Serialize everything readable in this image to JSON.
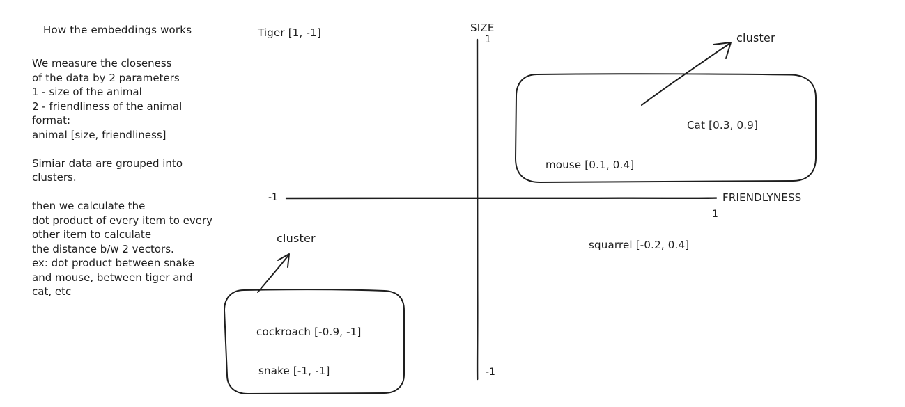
{
  "notes": {
    "title": "How the embeddings works",
    "lines": [
      "We measure the closeness",
      "of the data by 2 parameters",
      "1 - size of the animal",
      "2 - friendliness of the animal",
      "format:",
      "animal [size, friendliness]",
      "",
      "Simiar data are grouped into",
      "clusters.",
      "",
      "then we calculate the",
      "dot product of every item to every",
      "other item to calculate",
      "the distance b/w 2 vectors.",
      "ex: dot product between snake",
      "and mouse, between tiger and",
      "cat, etc"
    ]
  },
  "axes": {
    "y_label": "SIZE",
    "x_label": "FRIENDLYNESS",
    "y_max": "1",
    "y_min": "-1",
    "x_min": "-1",
    "x_max": "1"
  },
  "animals": {
    "tiger": "Tiger [1, -1]",
    "cat": "Cat [0.3, 0.9]",
    "mouse": "mouse [0.1, 0.4]",
    "squirrel": "squarrel [-0.2, 0.4]",
    "cockroach": "cockroach [-0.9, -1]",
    "snake": "snake [-1, -1]"
  },
  "clusters": {
    "top_label": "cluster",
    "bottom_label": "cluster"
  },
  "colors": {
    "ink": "#1e1e1e",
    "background": "#ffffff"
  }
}
